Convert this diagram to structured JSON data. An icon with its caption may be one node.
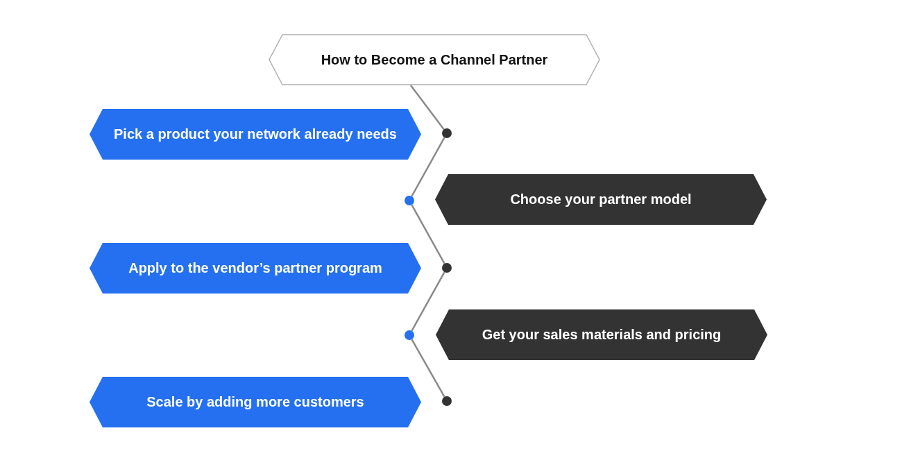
{
  "diagram": {
    "nodes": [
      {
        "text": [
          "How to Become a Channel Partner"
        ]
      },
      {
        "text": [
          "Pick a product your network already needs"
        ]
      },
      {
        "text": [],
        "shape": "circle"
      },
      {
        "text": [],
        "shape": "circle"
      },
      {
        "text": [
          "Choose your partner model"
        ]
      },
      {
        "text": [
          "Apply to the vendor’s partner program"
        ]
      },
      {
        "text": [],
        "shape": "circle"
      },
      {
        "text": [],
        "shape": "circle"
      },
      {
        "text": [
          "Get your sales materials and pricing"
        ]
      },
      {
        "text": [
          "Scale by adding more customers"
        ]
      },
      {
        "text": [],
        "shape": "circle"
      }
    ],
    "edges": [
      {
        "from": 0,
        "to": 2,
        "arrow": "none"
      },
      {
        "from": 2,
        "to": 3,
        "arrow": "none"
      },
      {
        "from": 3,
        "to": 6,
        "arrow": "none"
      },
      {
        "from": 6,
        "to": 7,
        "arrow": "none"
      },
      {
        "from": 7,
        "to": 10,
        "arrow": "none"
      }
    ]
  }
}
